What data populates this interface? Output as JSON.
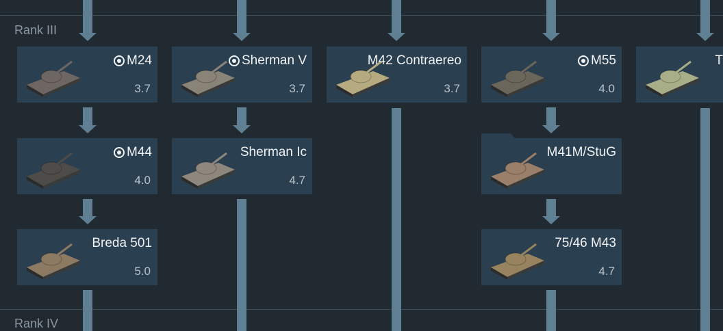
{
  "ranks": [
    "Rank III",
    "Rank IV"
  ],
  "vehicles": [
    {
      "name": "M24",
      "br": "3.7",
      "marker": true,
      "color": "#6e6663"
    },
    {
      "name": "Sherman V",
      "br": "3.7",
      "marker": true,
      "color": "#8a8378"
    },
    {
      "name": "M42 Contraereo",
      "br": "3.7",
      "marker": false,
      "color": "#b6ab80"
    },
    {
      "name": "M55",
      "br": "4.0",
      "marker": true,
      "color": "#6b665a"
    },
    {
      "name": "T",
      "br": "",
      "marker": false,
      "color": "#a7ae88"
    },
    {
      "name": "M44",
      "br": "4.0",
      "marker": true,
      "color": "#4e4c48"
    },
    {
      "name": "Sherman Ic",
      "br": "4.7",
      "marker": false,
      "color": "#8d877e"
    },
    {
      "name": "M41M/StuG",
      "br": "",
      "marker": false,
      "color": "#9a7f6a"
    },
    {
      "name": "Breda 501",
      "br": "5.0",
      "marker": false,
      "color": "#8d7a63"
    },
    {
      "name": "75/46 M43",
      "br": "4.7",
      "marker": false,
      "color": "#97835f"
    }
  ],
  "colors": {
    "background": "#222a31",
    "card": "#2a3f50",
    "arrow": "#5f7f93"
  }
}
